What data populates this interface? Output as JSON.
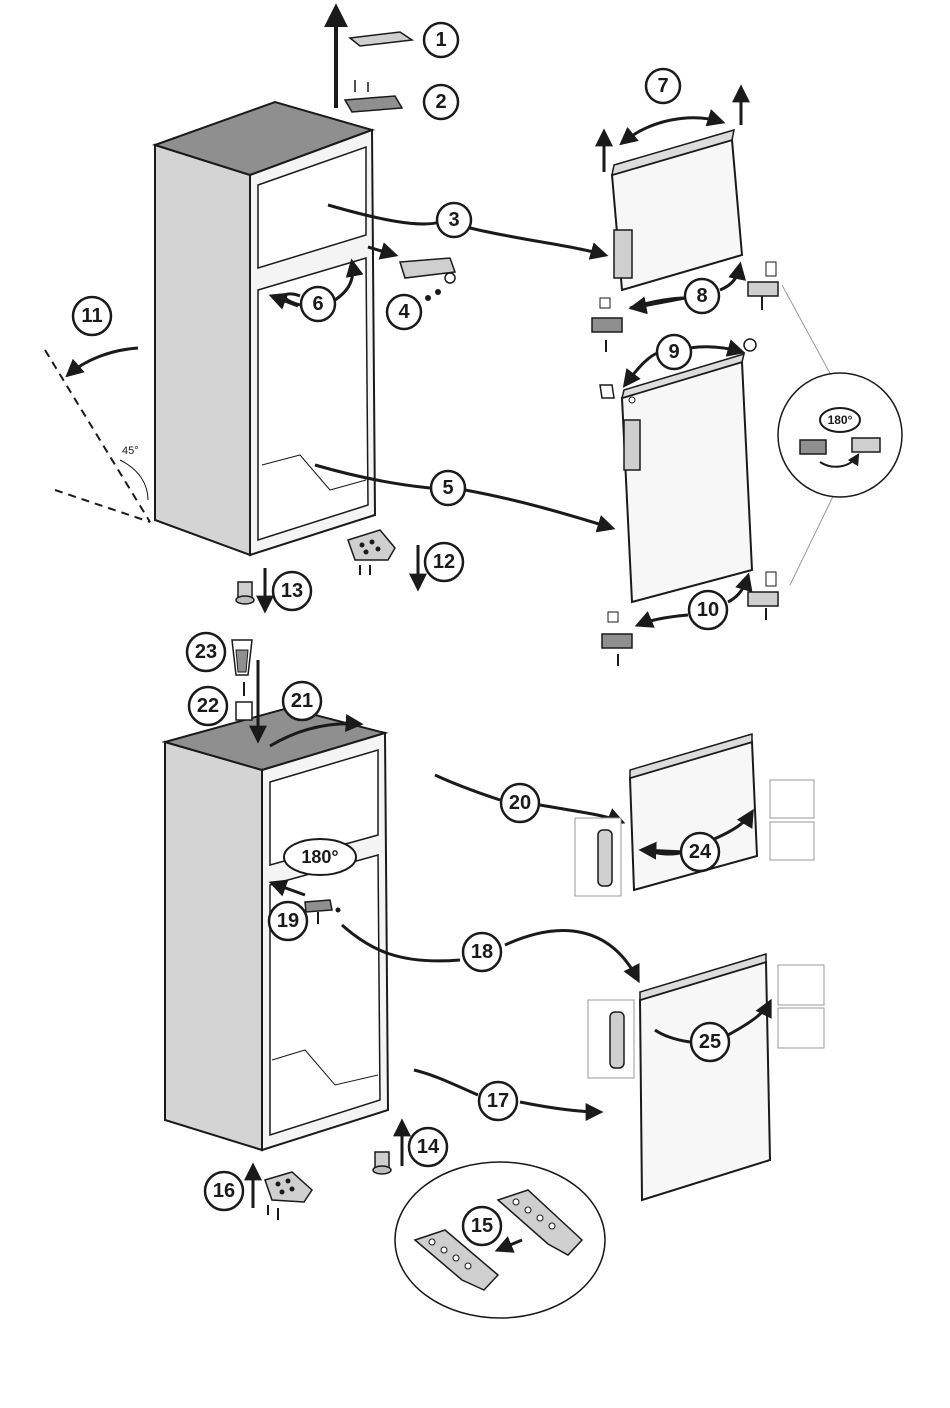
{
  "steps": {
    "s1": "1",
    "s2": "2",
    "s3": "3",
    "s4": "4",
    "s5": "5",
    "s6": "6",
    "s7": "7",
    "s8": "8",
    "s9": "9",
    "s10": "10",
    "s11": "11",
    "s12": "12",
    "s13": "13",
    "s14": "14",
    "s15": "15",
    "s16": "16",
    "s17": "17",
    "s18": "18",
    "s19": "19",
    "s20": "20",
    "s21": "21",
    "s22": "22",
    "s23": "23",
    "s24": "24",
    "s25": "25"
  },
  "labels": {
    "angle": "45°",
    "rotate_small": "180°",
    "rotate_large": "180°"
  },
  "colors": {
    "line": "#1a1a1a",
    "cabinet_side": "#cfcfcf",
    "cabinet_top": "#8f8f8f",
    "door": "#f7f7f7",
    "part": "#bdbdbd"
  }
}
